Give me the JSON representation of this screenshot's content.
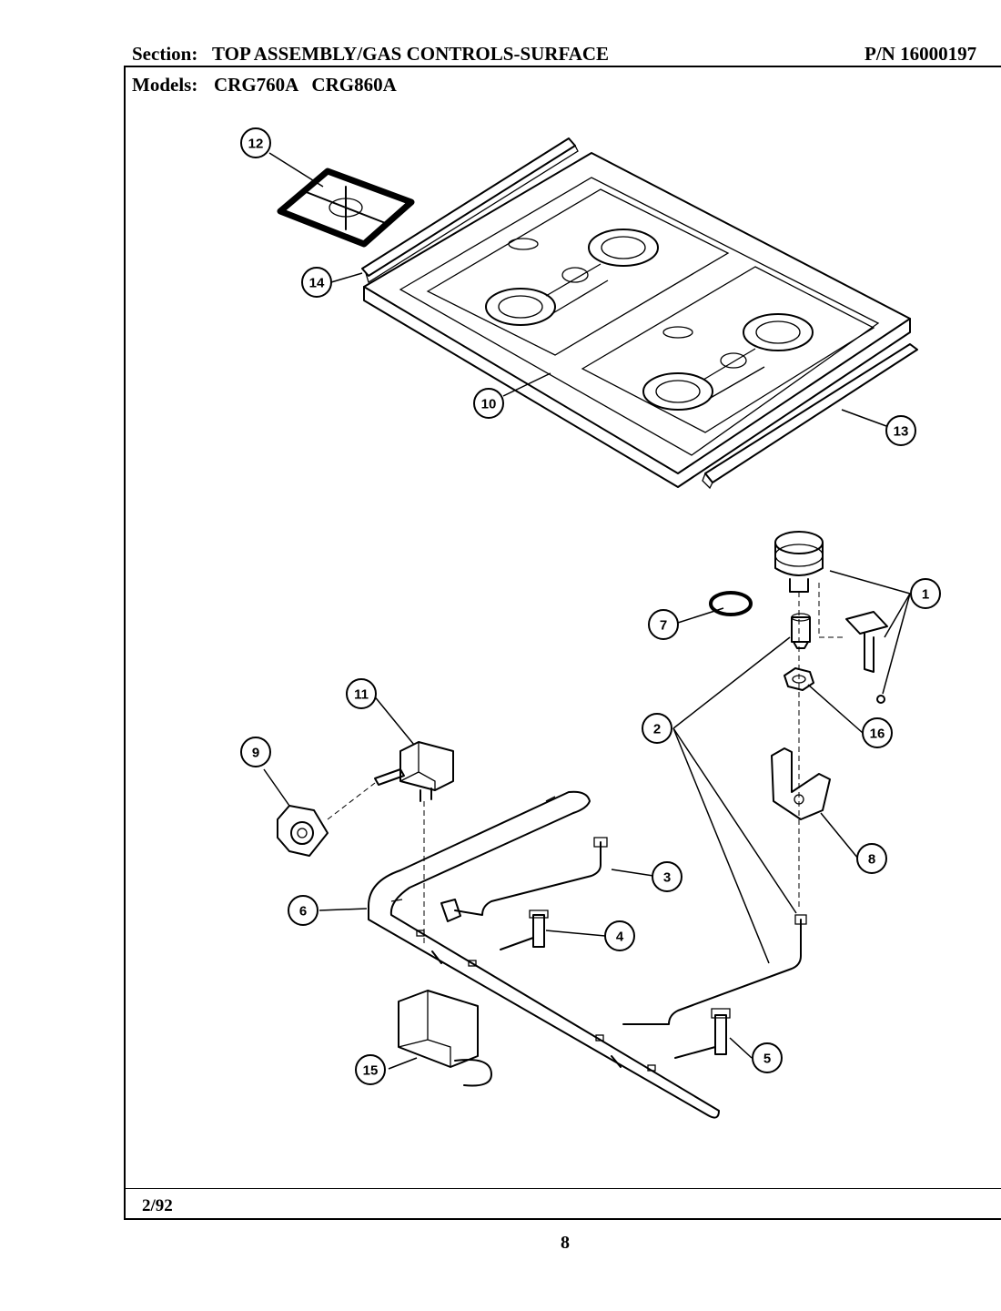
{
  "header": {
    "section_label": "Section:",
    "section_value": "TOP ASSEMBLY/GAS CONTROLS-SURFACE",
    "part_number": "P/N 16000197",
    "models_label": "Models:",
    "models_value": "CRG760A  CRG860A"
  },
  "footer": {
    "date": "2/92",
    "page_number": "8"
  },
  "callouts": [
    "1",
    "2",
    "3",
    "4",
    "5",
    "6",
    "7",
    "8",
    "9",
    "10",
    "11",
    "12",
    "13",
    "14",
    "15",
    "16"
  ]
}
